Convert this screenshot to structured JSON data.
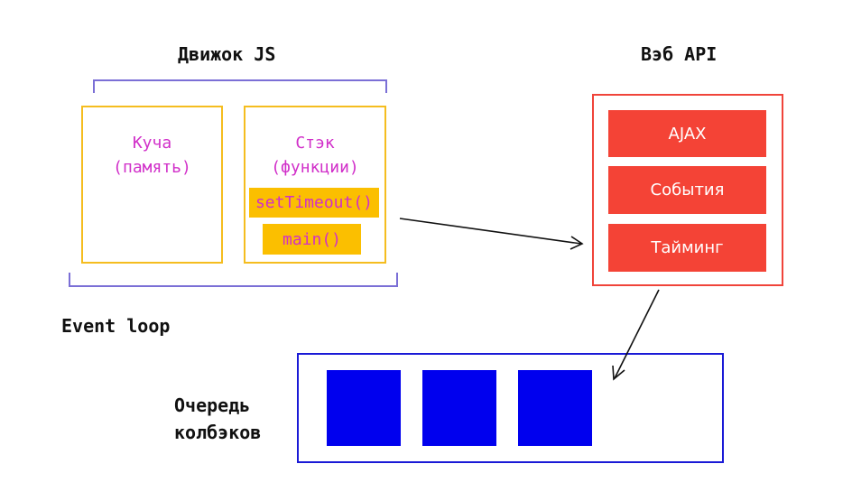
{
  "engine": {
    "title": "Движок JS",
    "heap": {
      "line1": "Куча",
      "line2": "(память)"
    },
    "stack": {
      "line1": "Стэк",
      "line2": "(функции)",
      "frames": [
        "setTimeout()",
        "main()"
      ]
    }
  },
  "event_loop": {
    "label": "Event loop"
  },
  "web_api": {
    "title": "Вэб API",
    "items": [
      "AJAX",
      "События",
      "Тайминг"
    ]
  },
  "callback_queue": {
    "line1": "Очередь",
    "line2": "колбэков",
    "item_count": 3
  },
  "colors": {
    "bracket": "#7b6fd6",
    "engine_border": "#f5bd1f",
    "engine_text": "#d12fc9",
    "stack_frame_fill": "#fbbf00",
    "webapi_border": "#f0443a",
    "webapi_fill": "#f44336",
    "queue_border": "#1a1ad6",
    "queue_fill": "#0000ee"
  }
}
